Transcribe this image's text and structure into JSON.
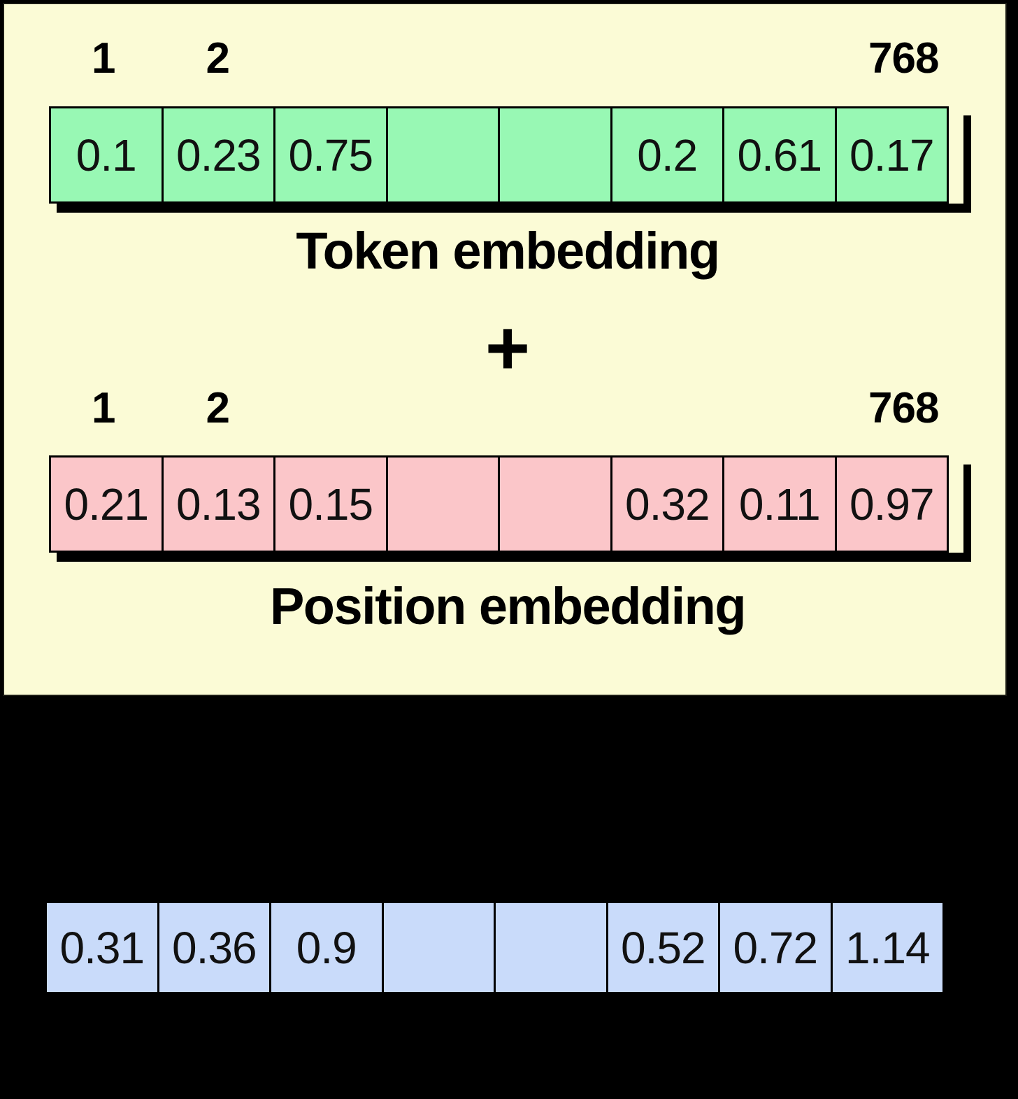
{
  "page": {
    "background_color": "#000000",
    "panel_color": "#FBFBD6"
  },
  "diagram": {
    "type": "embedding-sum",
    "operator": "+",
    "colors": {
      "token_cell": "#98F8B4",
      "position_cell": "#FBC6C9",
      "output_cell": "#C9DBFA",
      "panel": "#FBFBD6",
      "page": "#000000",
      "border": "#000000"
    },
    "index_labels": [
      "1",
      "2",
      "",
      "",
      "",
      "",
      "",
      "768"
    ],
    "rows": [
      {
        "id": "token-embedding",
        "caption": "Token embedding",
        "show_index_header": true,
        "cells": [
          "0.1",
          "0.23",
          "0.75",
          "",
          "",
          "0.2",
          "0.61",
          "0.17"
        ]
      },
      {
        "id": "position-embedding",
        "caption": "Position embedding",
        "show_index_header": true,
        "cells": [
          "0.21",
          "0.13",
          "0.15",
          "",
          "",
          "0.32",
          "0.11",
          "0.97"
        ]
      },
      {
        "id": "output-embedding",
        "caption": "",
        "show_index_header": false,
        "cells": [
          "0.31",
          "0.36",
          "0.9",
          "",
          "",
          "0.52",
          "0.72",
          "1.14"
        ]
      }
    ]
  }
}
